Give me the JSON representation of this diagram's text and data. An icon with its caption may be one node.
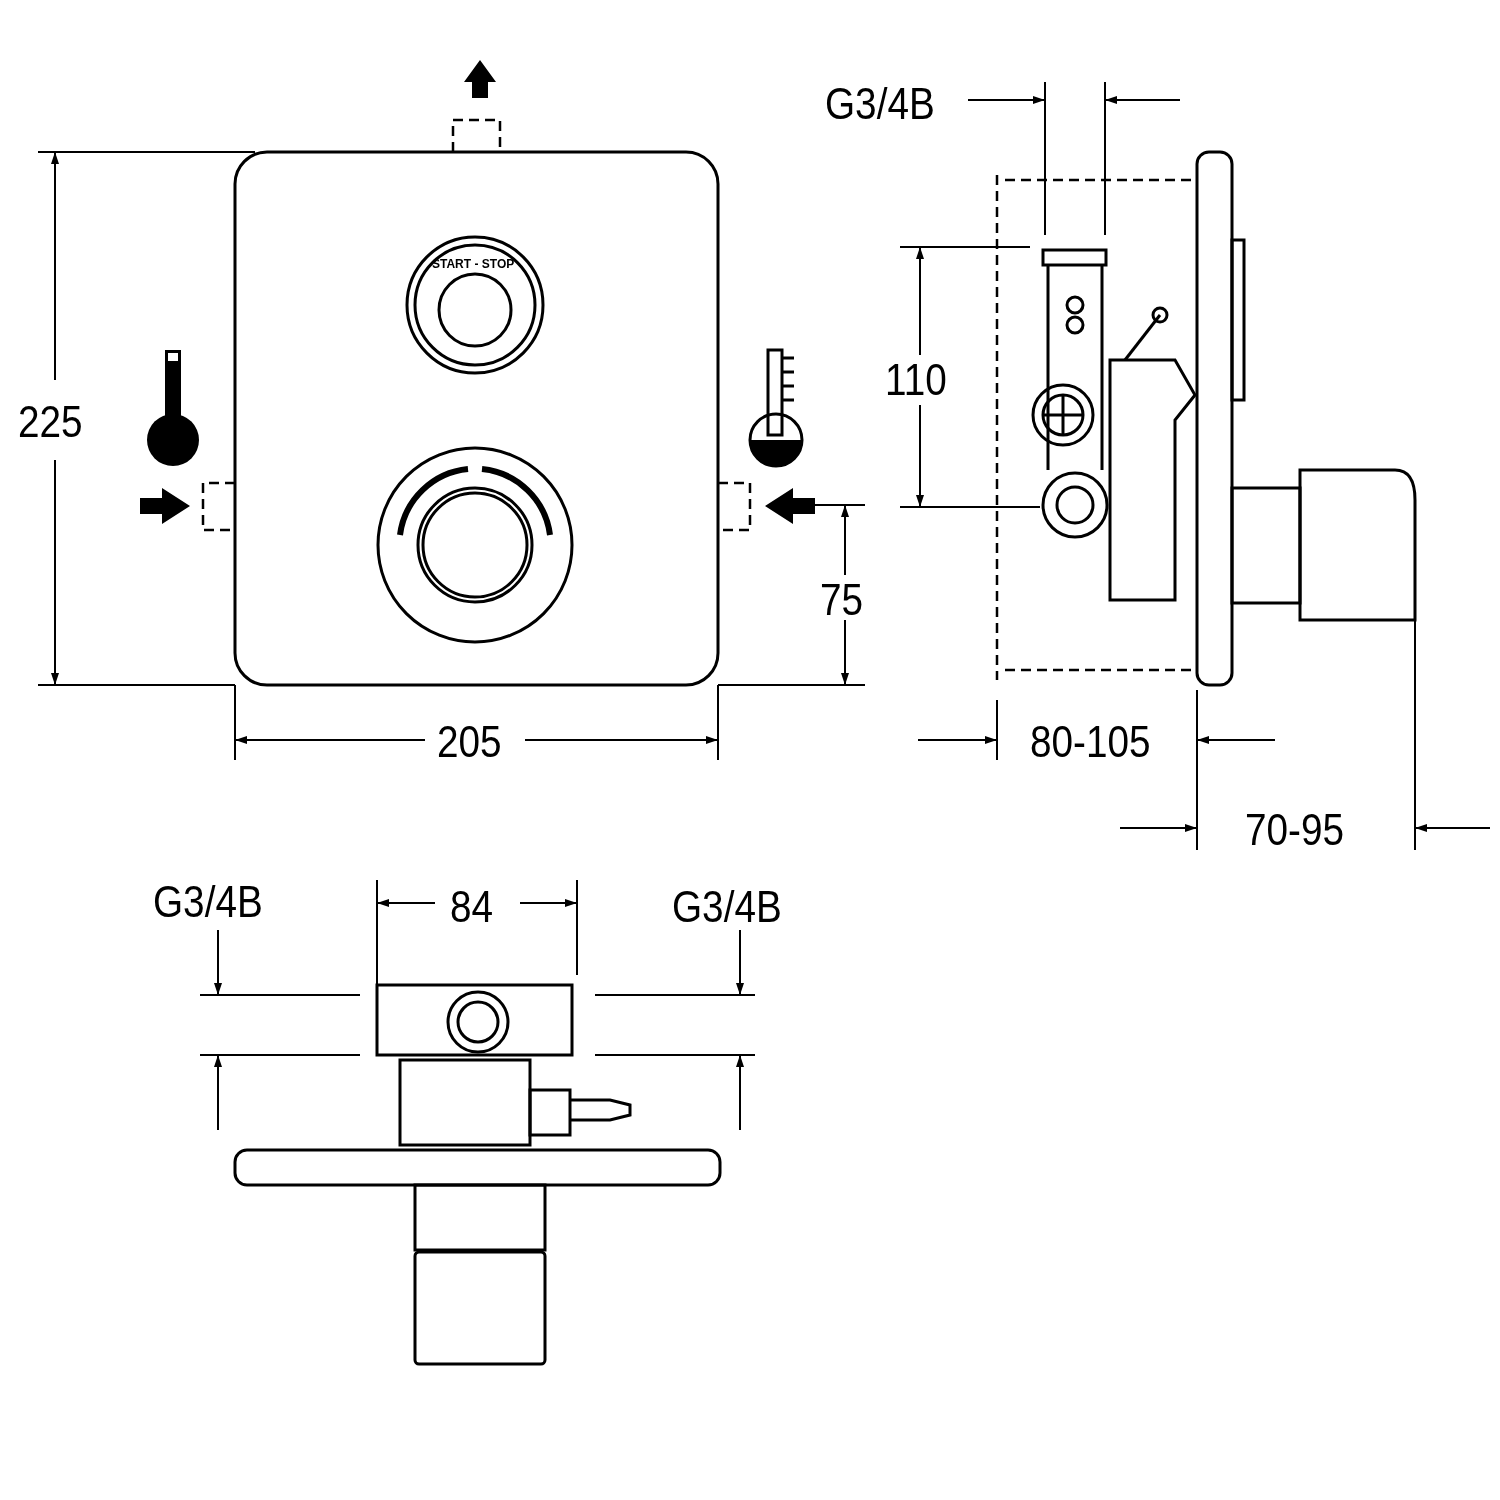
{
  "diagram": {
    "labels": [
      "G3/4B",
      "START - STOP",
      "110",
      "225",
      "75",
      "205",
      "80-105",
      "70-95",
      "G3/4B",
      "84",
      "G3/4B"
    ]
  }
}
